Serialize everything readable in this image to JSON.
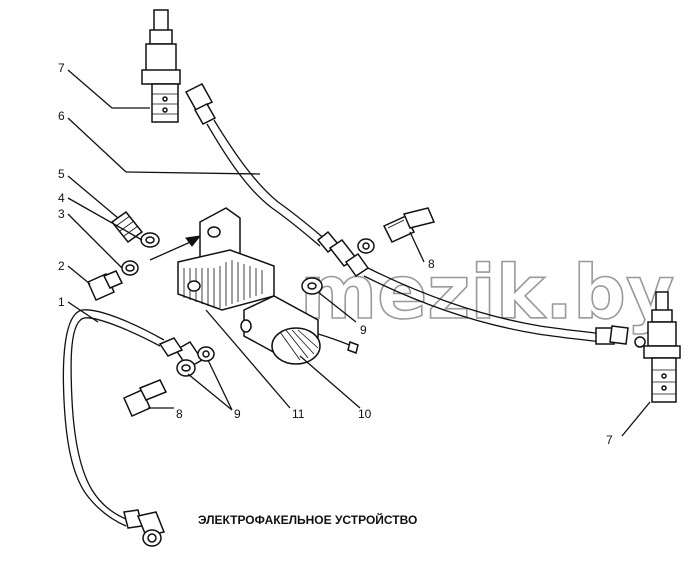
{
  "diagram": {
    "title": "ЭЛЕКТРОФАКЕЛЬНОЕ УСТРОЙСТВО",
    "watermark": "mezik.by",
    "callouts": {
      "c1": "1",
      "c2": "2",
      "c3": "3",
      "c4": "4",
      "c5": "5",
      "c6": "6",
      "c7_top": "7",
      "c7_right": "7",
      "c8_right": "8",
      "c8_bottom": "8",
      "c9_mid": "9",
      "c9_bottom": "9",
      "c10": "10",
      "c11": "11"
    },
    "colors": {
      "ink": "#111111",
      "watermark": "#9a9a9a",
      "background": "#ffffff"
    }
  }
}
